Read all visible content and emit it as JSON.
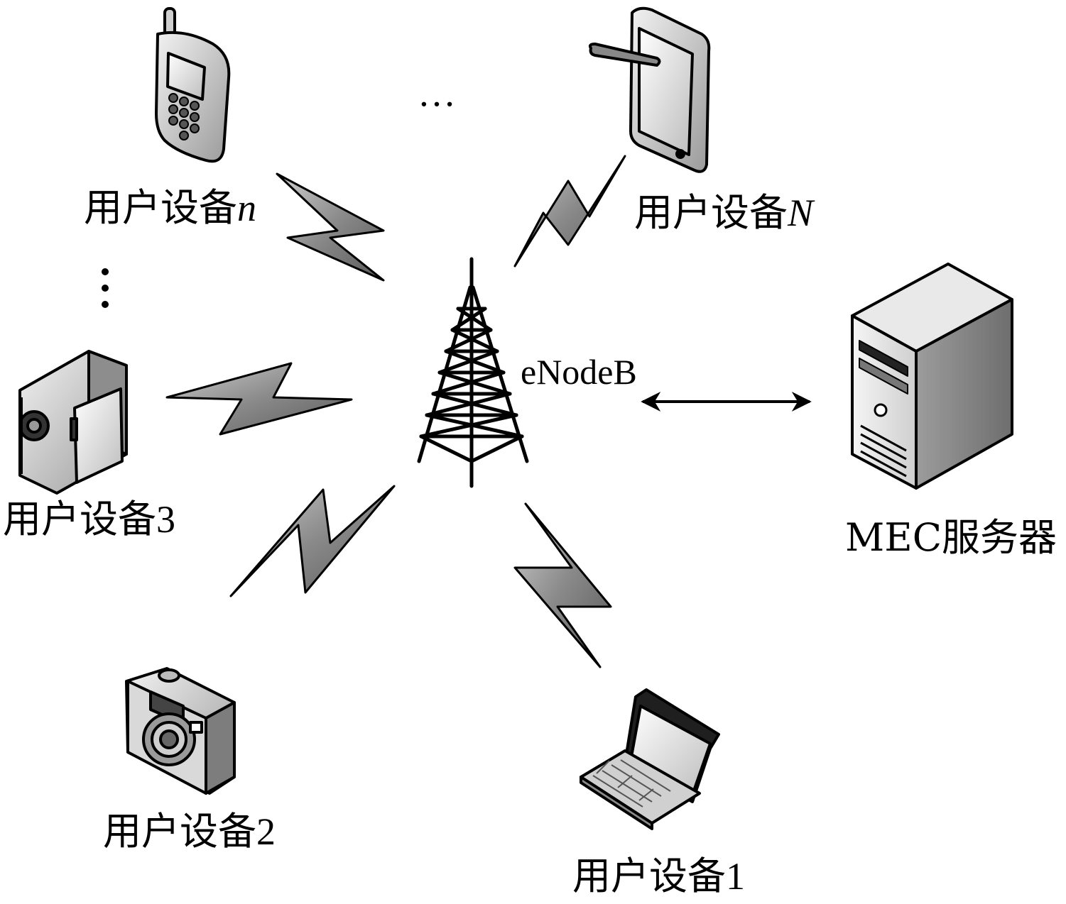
{
  "base_station": {
    "label": "eNodeB"
  },
  "server": {
    "label": "MEC服务器"
  },
  "devices": [
    {
      "base": "用户设备",
      "suffix": "1",
      "italic": false,
      "icon": "laptop-icon"
    },
    {
      "base": "用户设备",
      "suffix": "2",
      "italic": false,
      "icon": "camera-icon"
    },
    {
      "base": "用户设备",
      "suffix": "3",
      "italic": false,
      "icon": "camcorder-icon"
    },
    {
      "base": "用户设备",
      "suffix": "n",
      "italic": true,
      "icon": "cellphone-icon"
    },
    {
      "base": "用户设备",
      "suffix": "N",
      "italic": true,
      "icon": "tablet-icon"
    }
  ],
  "ellipsis_horizontal": "…",
  "ellipsis_vertical": "⋮",
  "colors": {
    "lightning_fill": "#8c8c8c",
    "stroke": "#000000",
    "device_gray": "#b5b5b5"
  }
}
